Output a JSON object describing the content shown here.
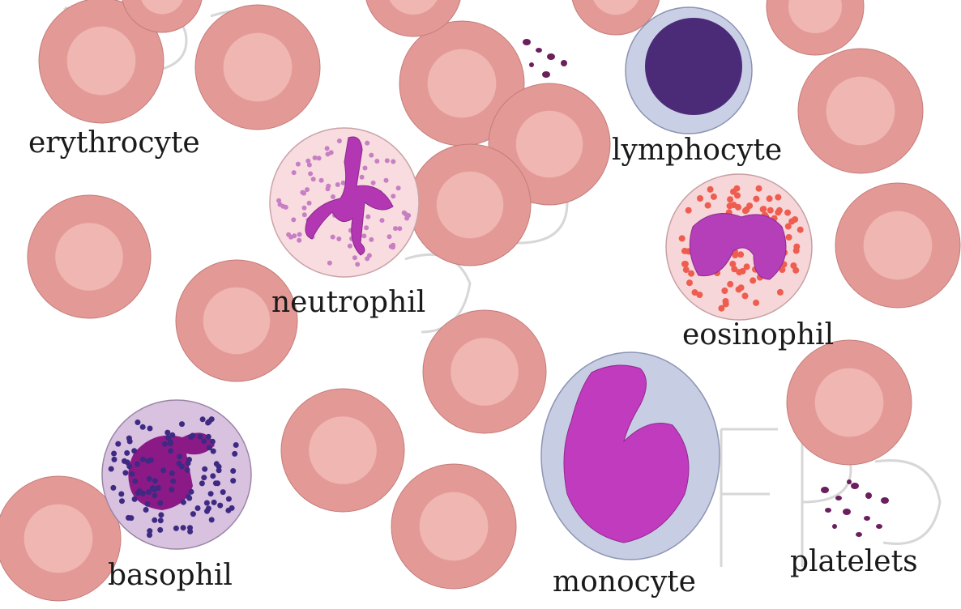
{
  "labels": {
    "erythrocyte": "erythrocyte",
    "neutrophil": "neutrophil",
    "lymphocyte": "lymphocyte",
    "eosinophil": "eosinophil",
    "basophil": "basophil",
    "monocyte": "monocyte",
    "platelets": "platelets"
  },
  "colors": {
    "rbc_outer": "#e39a97",
    "rbc_inner": "#f0b6b2",
    "rbc_stroke": "#c47c79",
    "neutrophil_cytoplasm": "#f8dcdf",
    "neutrophil_nucleus": "#b336b3",
    "neutrophil_granule": "#c77fc4",
    "lymphocyte_cytoplasm": "#c9d0e6",
    "lymphocyte_nucleus": "#4b2a78",
    "eosinophil_cytoplasm": "#f6d6d8",
    "eosinophil_nucleus": "#b43fb8",
    "eosinophil_granule": "#ee5d4f",
    "basophil_cytoplasm": "#d8c2e0",
    "basophil_nucleus": "#8c1a86",
    "basophil_granule": "#3e2a82",
    "monocyte_cytoplasm": "#c7cde3",
    "monocyte_nucleus": "#c13bbe",
    "platelet": "#6b1f5c"
  }
}
